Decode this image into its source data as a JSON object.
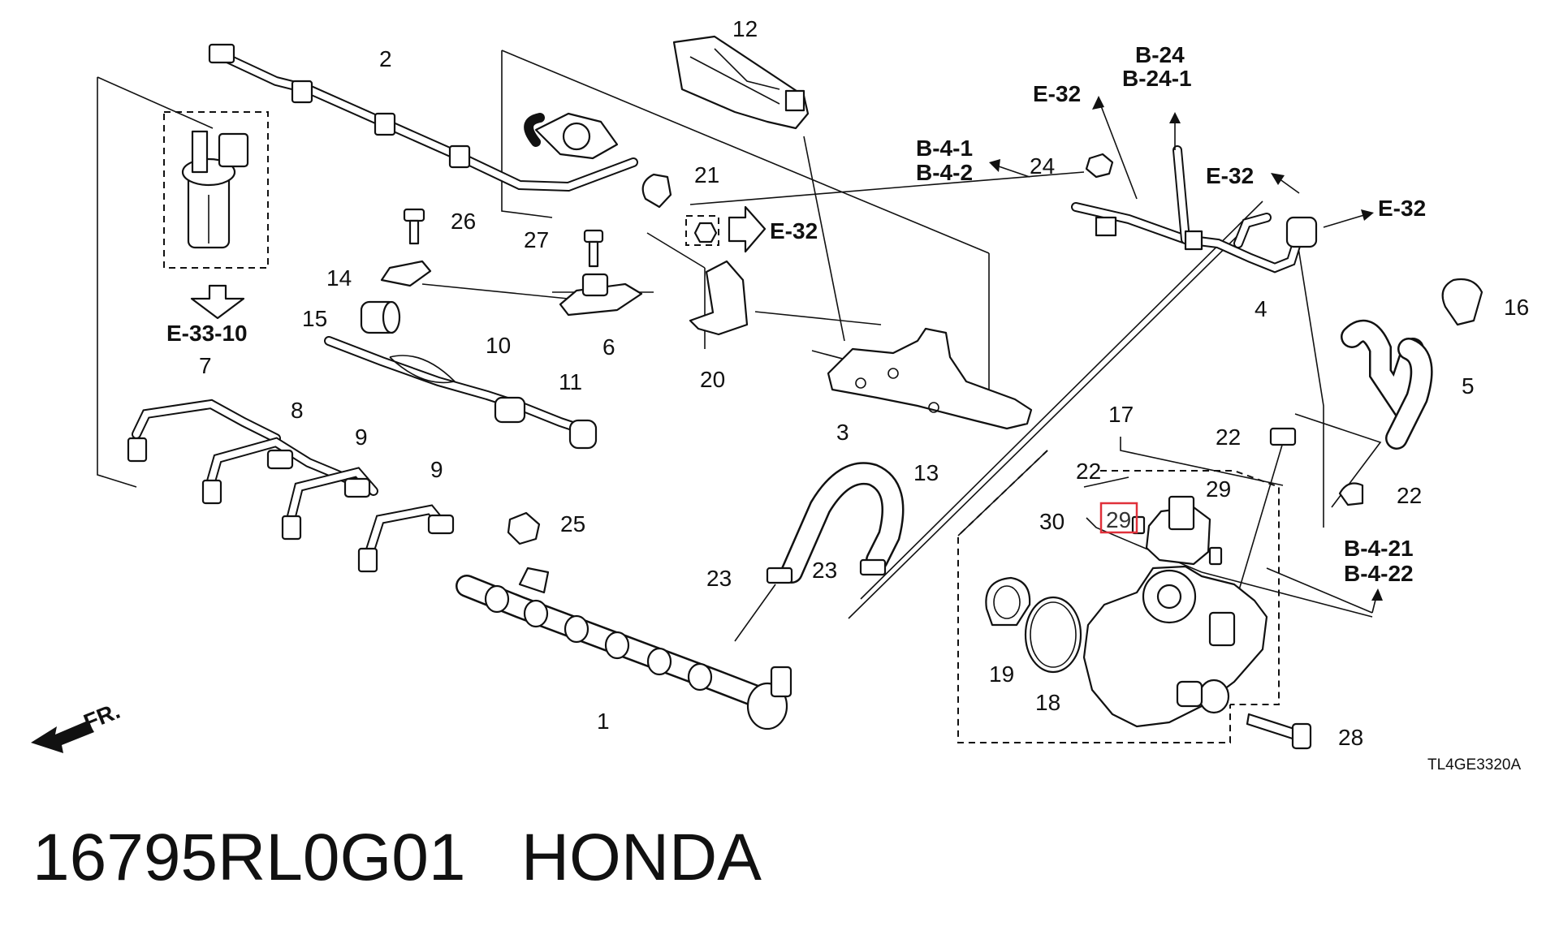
{
  "callouts": [
    {
      "num": "1"
    },
    {
      "num": "2"
    },
    {
      "num": "3"
    },
    {
      "num": "4"
    },
    {
      "num": "5"
    },
    {
      "num": "6"
    },
    {
      "num": "7"
    },
    {
      "num": "8"
    },
    {
      "num": "9"
    },
    {
      "num": "9"
    },
    {
      "num": "10"
    },
    {
      "num": "11"
    },
    {
      "num": "12"
    },
    {
      "num": "13"
    },
    {
      "num": "14"
    },
    {
      "num": "15"
    },
    {
      "num": "16"
    },
    {
      "num": "17"
    },
    {
      "num": "18"
    },
    {
      "num": "19"
    },
    {
      "num": "20"
    },
    {
      "num": "21"
    },
    {
      "num": "22"
    },
    {
      "num": "22"
    },
    {
      "num": "22"
    },
    {
      "num": "23"
    },
    {
      "num": "23"
    },
    {
      "num": "24"
    },
    {
      "num": "25"
    },
    {
      "num": "26"
    },
    {
      "num": "27"
    },
    {
      "num": "28"
    },
    {
      "num": "29"
    },
    {
      "num": "29"
    },
    {
      "num": "30"
    }
  ],
  "references": {
    "e32_a": "E-32",
    "e32_b": "E-32",
    "e32_c": "E-32",
    "e32_d": "E-32",
    "b24": "B-24",
    "b24_1": "B-24-1",
    "b41": "B-4-1",
    "b42": "B-4-2",
    "b421": "B-4-21",
    "b422": "B-4-22",
    "e3310": "E-33-10"
  },
  "front_marker": "FR.",
  "diagram_code": "TL4GE3320A",
  "footer": {
    "part_number": "16795RL0G01",
    "brand": "HONDA"
  },
  "colors": {
    "highlight": "#e0303a",
    "ink": "#111111"
  }
}
